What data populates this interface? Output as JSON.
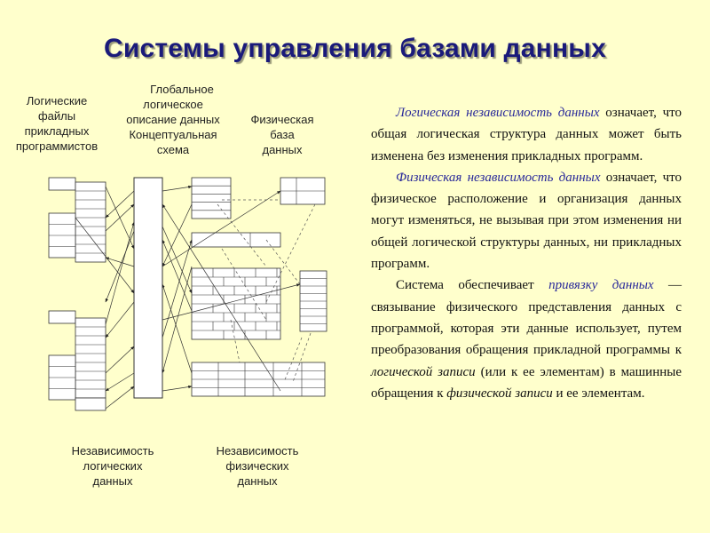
{
  "title": "Системы управления базами данных",
  "diagram": {
    "label_logical_files": [
      "Логические",
      "файлы",
      "прикладных",
      "программистов"
    ],
    "label_global": [
      "Глобальное",
      "логическое",
      "описание данных",
      "Концептуальная",
      "схема"
    ],
    "label_physical_db": [
      "Физическая",
      "база",
      "данных"
    ],
    "label_logical_indep": [
      "Независимость",
      "логических",
      "данных"
    ],
    "label_physical_indep": [
      "Независимость",
      "физических",
      "данных"
    ]
  },
  "text": {
    "p1_term": "Логическая независимость данных",
    "p1_rest": " означает, что общая логическая структура данных может быть изменена без изменения прикладных программ.",
    "p2_term": "Физическая независимость данных",
    "p2_rest": " означает, что физическое расположение и организация данных могут изменяться, не вызывая при этом изменения ни общей логической структуры данных, ни прикладных программ.",
    "p3_a": "Система обеспечивает ",
    "p3_term": "привязку данных",
    "p3_b": " — связывание физического представления данных с программой, которая эти данные использует, путем преобразования обращения прикладной программы к ",
    "p3_it1": "логической записи",
    "p3_c": " (или к ее элементам) в машинные обращения к ",
    "p3_it2": "физической записи",
    "p3_d": " и ее элементам."
  }
}
